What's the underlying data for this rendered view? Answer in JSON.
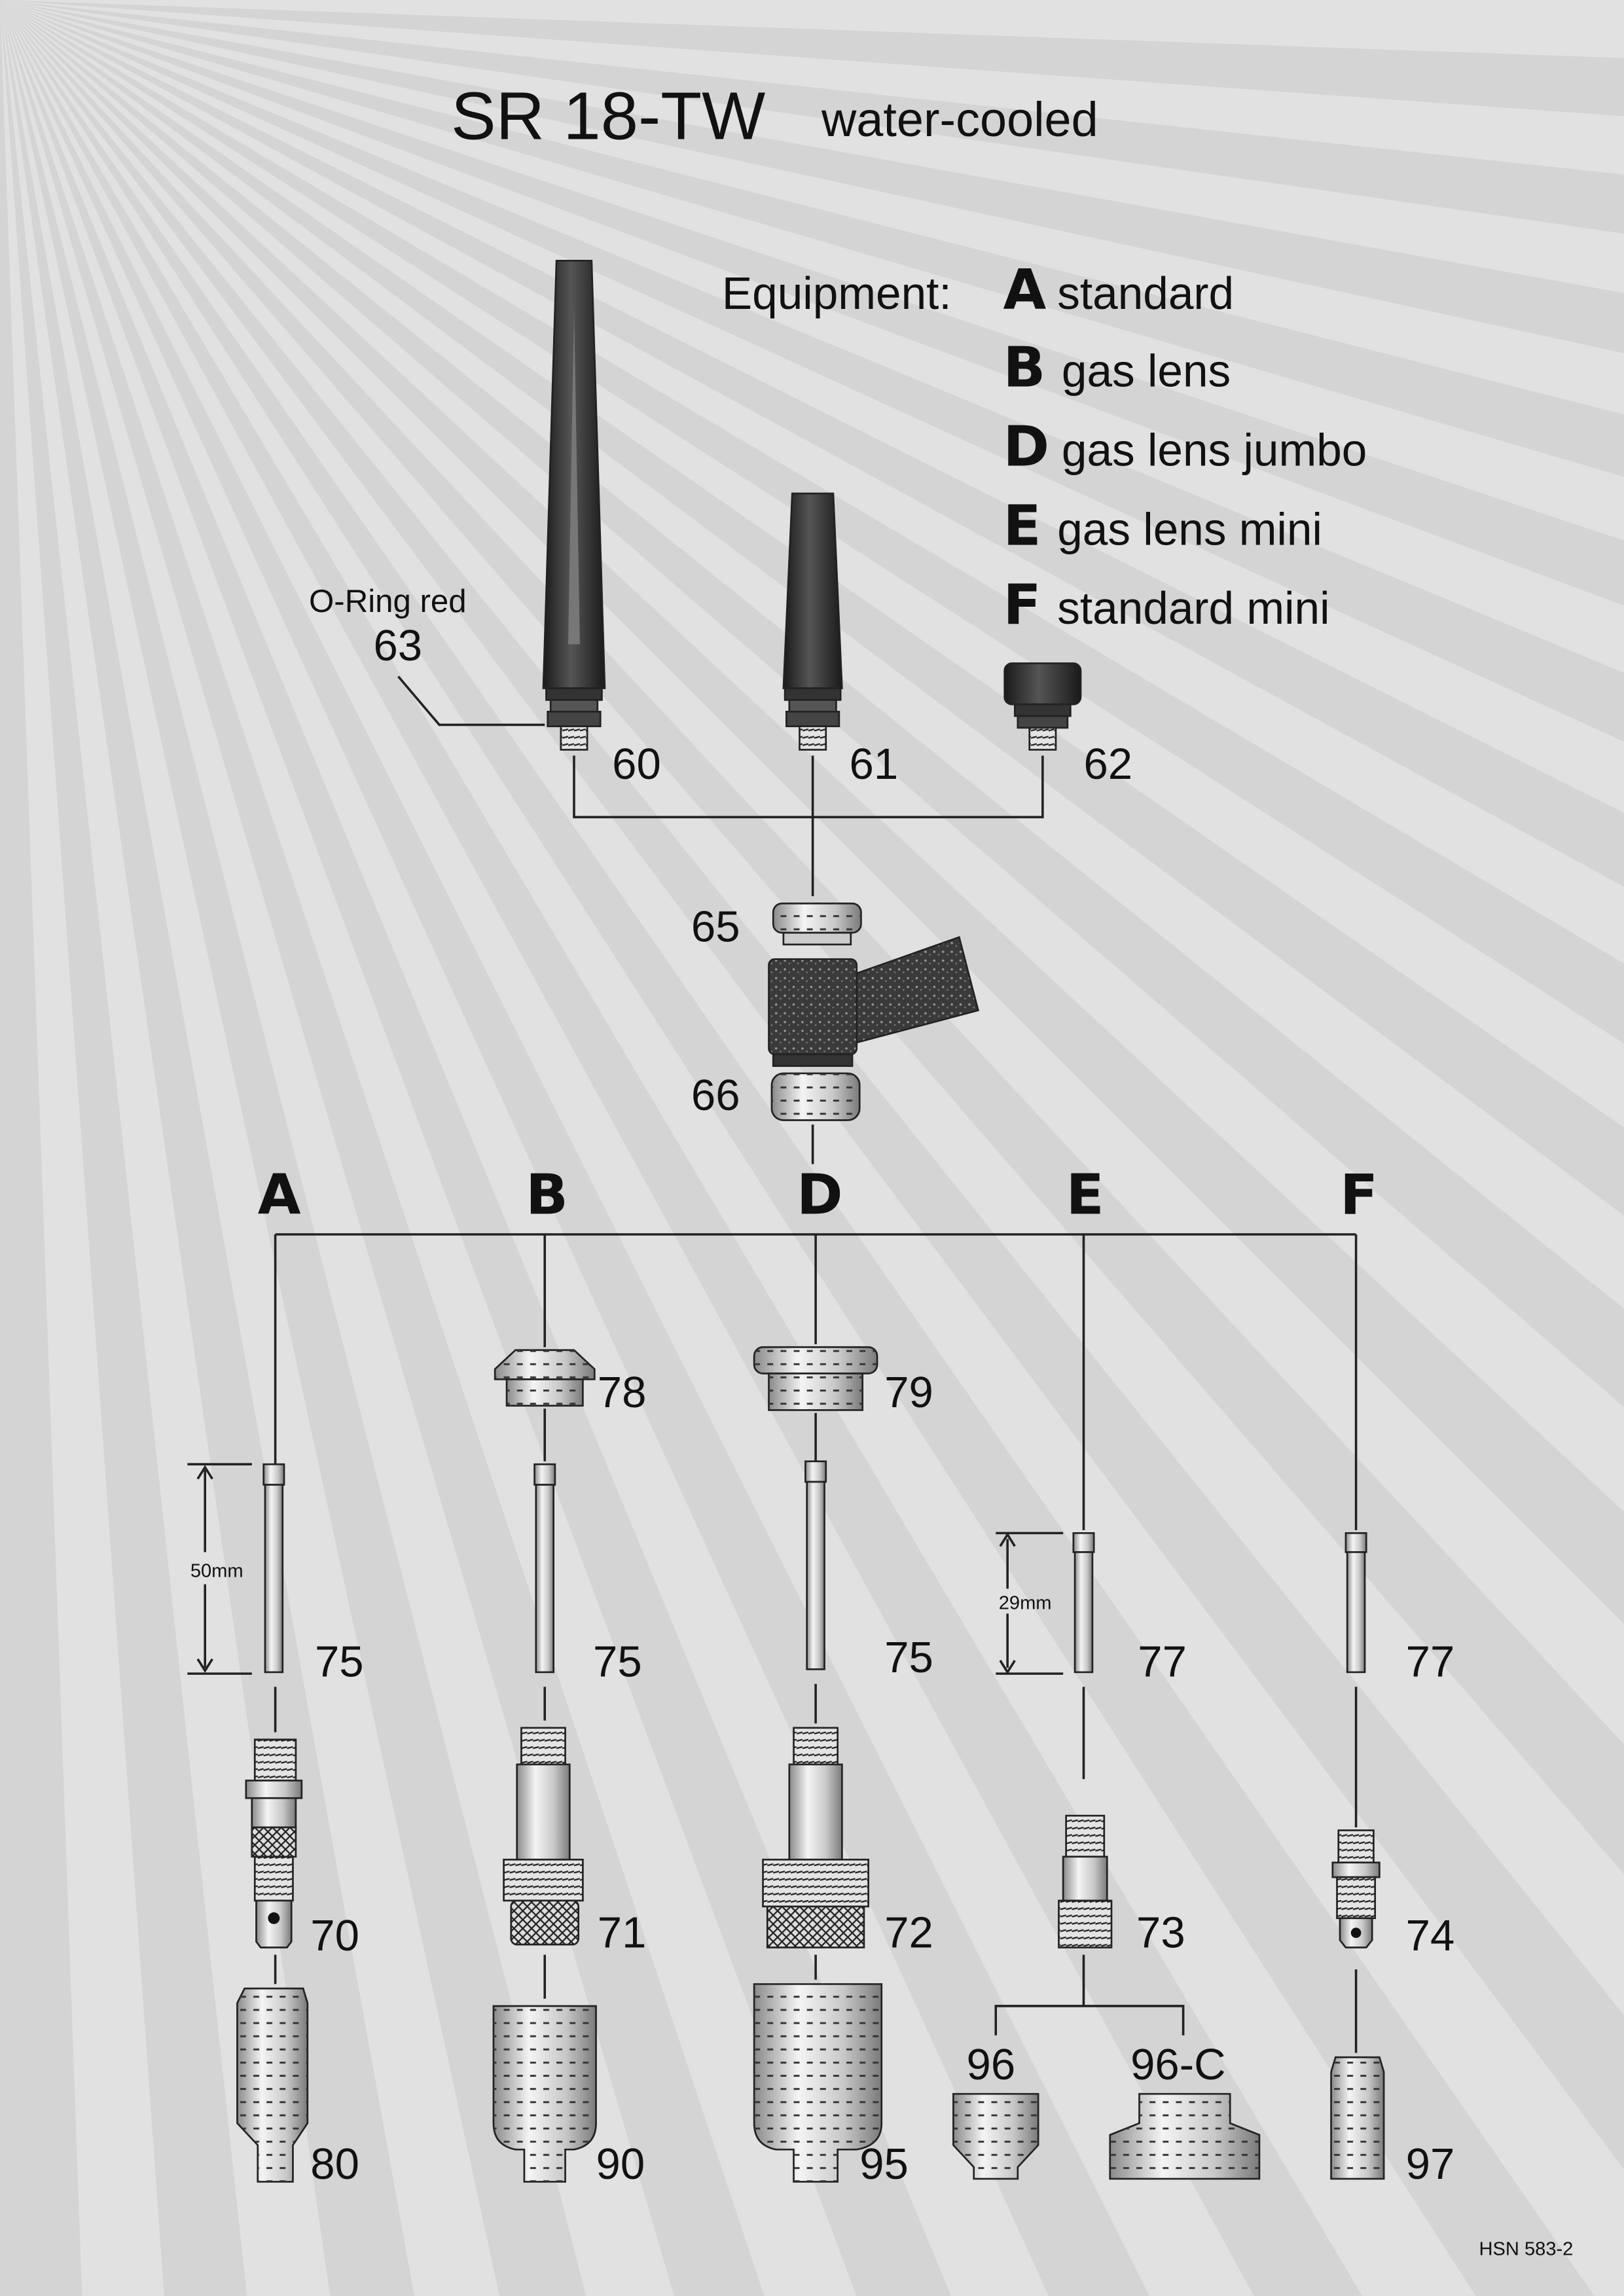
{
  "title": {
    "model": "SR 18-TW",
    "subtitle": "water-cooled"
  },
  "equipment": {
    "label": "Equipment:",
    "items": [
      {
        "code": "A",
        "name": "standard"
      },
      {
        "code": "B",
        "name": "gas lens"
      },
      {
        "code": "D",
        "name": "gas lens jumbo"
      },
      {
        "code": "E",
        "name": "gas lens mini"
      },
      {
        "code": "F",
        "name": "standard mini"
      }
    ]
  },
  "oring": {
    "label": "O-Ring red",
    "number": "63"
  },
  "back_caps": [
    "60",
    "61",
    "62"
  ],
  "head": {
    "upper": "65",
    "lower": "66"
  },
  "columns": [
    {
      "code": "A",
      "extra": "",
      "collet": "75",
      "body": "70",
      "nozzle": "80",
      "dimension": "50mm"
    },
    {
      "code": "B",
      "extra": "78",
      "collet": "75",
      "body": "71",
      "nozzle": "90",
      "dimension": ""
    },
    {
      "code": "D",
      "extra": "79",
      "collet": "75",
      "body": "72",
      "nozzle": "95",
      "dimension": ""
    },
    {
      "code": "E",
      "extra": "",
      "collet": "77",
      "body": "73",
      "nozzle": "96",
      "nozzle2": "96-C",
      "dimension": "29mm"
    },
    {
      "code": "F",
      "extra": "",
      "collet": "77",
      "body": "74",
      "nozzle": "97",
      "dimension": ""
    }
  ],
  "doc_code": "HSN 583-2",
  "colors": {
    "background": "#d6d6d6",
    "ray_light": "#e6e6e6",
    "ray_dark": "#bdbdbd",
    "cap": "#2a2a2a"
  }
}
